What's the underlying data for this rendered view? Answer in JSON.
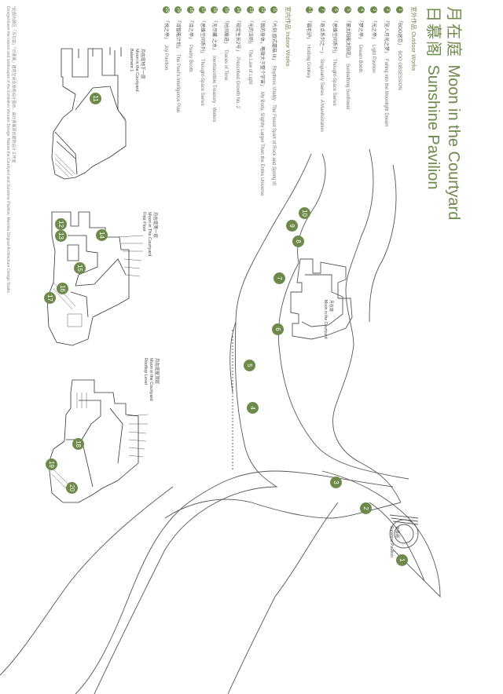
{
  "title": {
    "cn_line1": "月在庭",
    "en_line1": "Moon in the Courtyard",
    "cn_line2": "日慕阁",
    "en_line2": "Sunshine Pavilion"
  },
  "outdoor": {
    "heading": "室外作品 Outdoor Works",
    "items": [
      {
        "num": "1",
        "cn": "「BOO迷恋」",
        "en": "BOO OBSESSION"
      },
      {
        "num": "2",
        "cn": "「坠入月光之梦」",
        "en": "Falling into the Moonlight Dream"
      },
      {
        "num": "3",
        "cn": "「光之亭」",
        "en": "Light Pavilion"
      },
      {
        "num": "4",
        "cn": "「梦之亭」",
        "en": "Dream Booth"
      },
      {
        "num": "5",
        "cn": "「寰太阳能太阳花」",
        "en": "Sunbathing Sunflower"
      },
      {
        "num": "6",
        "cn": "「思维空间系列」",
        "en": "Thought-Space Series"
      },
      {
        "num": "7",
        "cn": "「奇点系列之一」",
        "en": "Singularity Series · A Manifestation"
      },
      {
        "num": "8-10",
        "cn": "「福毛驴」",
        "en": "Holding Donkey"
      }
    ]
  },
  "indoor": {
    "heading": "室内作品 Indoor Works",
    "items": [
      {
        "num": "11",
        "cn": "「片刻·欧式蘑菇 III」",
        "en": "Rhythmic Vitality · The Finest Spirit of Rock and Spring III"
      },
      {
        "num": "12",
        "cn": "「我的身体，略微大于整个宇宙」",
        "en": "My Body, Slightly Larger Than the Entire Universe"
      },
      {
        "num": "13",
        "cn": "「光的法则」",
        "en": "The Law of Light"
      },
      {
        "num": "14",
        "cn": "「规定生长2号」",
        "en": "Prescribed Growth No. 2"
      },
      {
        "num": "15",
        "cn": "「时间痕迹」",
        "en": "Traces of Time"
      },
      {
        "num": "16",
        "cn": "「无尽藏·之水」",
        "en": "Inexhaustible Treasury · Waters"
      },
      {
        "num": "17",
        "cn": "「思维空间系列」",
        "en": "Thought-Space Series"
      },
      {
        "num": "18",
        "cn": "「诗之亭」",
        "en": "Poetry Booth"
      },
      {
        "num": "19",
        "cn": "「诗智能计划」",
        "en": "The Poet's Intelligence Plan"
      },
      {
        "num": "20",
        "cn": "「悦之亭」",
        "en": "Joy Pavilion"
      }
    ]
  },
  "footnote": {
    "line1": "*此图为展区「月在庭」「日慕阁」建筑空间及景观设计图示，由日慕阁原创建筑设计工作室",
    "line2": "Design/drawn the interior and landscapes of the Exhibition Venues: Design. Nature the Courtyard and Sunshine Pavilion. Mairoku Original Architecture Design Studio"
  },
  "plans": {
    "basement": {
      "cn": "月在庭地下一层",
      "en1": "Moon in the Courtyard",
      "en2": "Basement 1"
    },
    "first": {
      "cn": "月在庭第一层",
      "en1": "Moon in The Courtyard",
      "en2": "First Floor"
    },
    "roof": {
      "cn": "月在庭屋顶层",
      "en1": "Moon in the Courtyard",
      "en2": "Rooftop Level"
    }
  },
  "map": {
    "building_cn": "月在庭",
    "building_en": "Moon in the Courtyard",
    "pavilion_cn": "日慕阁",
    "pavilion_en": "Sunshine Pavilion"
  },
  "markers": {
    "m1": "1",
    "m2": "2",
    "m3": "3",
    "m4": "4",
    "m5": "5",
    "m6": "6",
    "m7": "7",
    "m8": "8",
    "m9": "9",
    "m10": "10",
    "p11": "11",
    "p12": "12",
    "p13": "13",
    "p14": "14",
    "p15": "15",
    "p16": "16",
    "p17": "17",
    "p18": "18",
    "p19": "19",
    "p20": "20"
  },
  "colors": {
    "accent": "#6d8a4b",
    "line": "#555555",
    "background": "#ffffff"
  }
}
